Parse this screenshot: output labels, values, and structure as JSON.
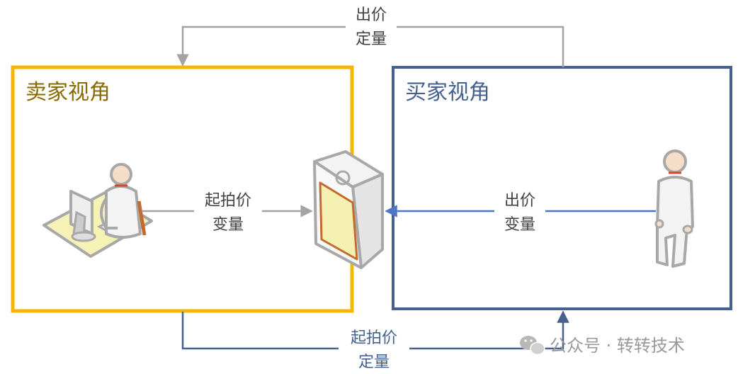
{
  "seller_panel": {
    "title": "卖家视角"
  },
  "buyer_panel": {
    "title": "买家视角"
  },
  "edges": {
    "top": {
      "line1": "出价",
      "line2": "定量"
    },
    "seller_to_box": {
      "line1": "起拍价",
      "line2": "变量"
    },
    "buyer_to_box": {
      "line1": "出价",
      "line2": "变量"
    },
    "bottom": {
      "line1": "起拍价",
      "line2": "定量"
    }
  },
  "watermark": {
    "text": "公众号 · 转转技术"
  },
  "colors": {
    "seller": "#f5b800",
    "seller_text": "#8a6a00",
    "buyer": "#44618f",
    "gray_arrow": "#a3a3a3",
    "blue_arrow": "#4f76c4"
  }
}
